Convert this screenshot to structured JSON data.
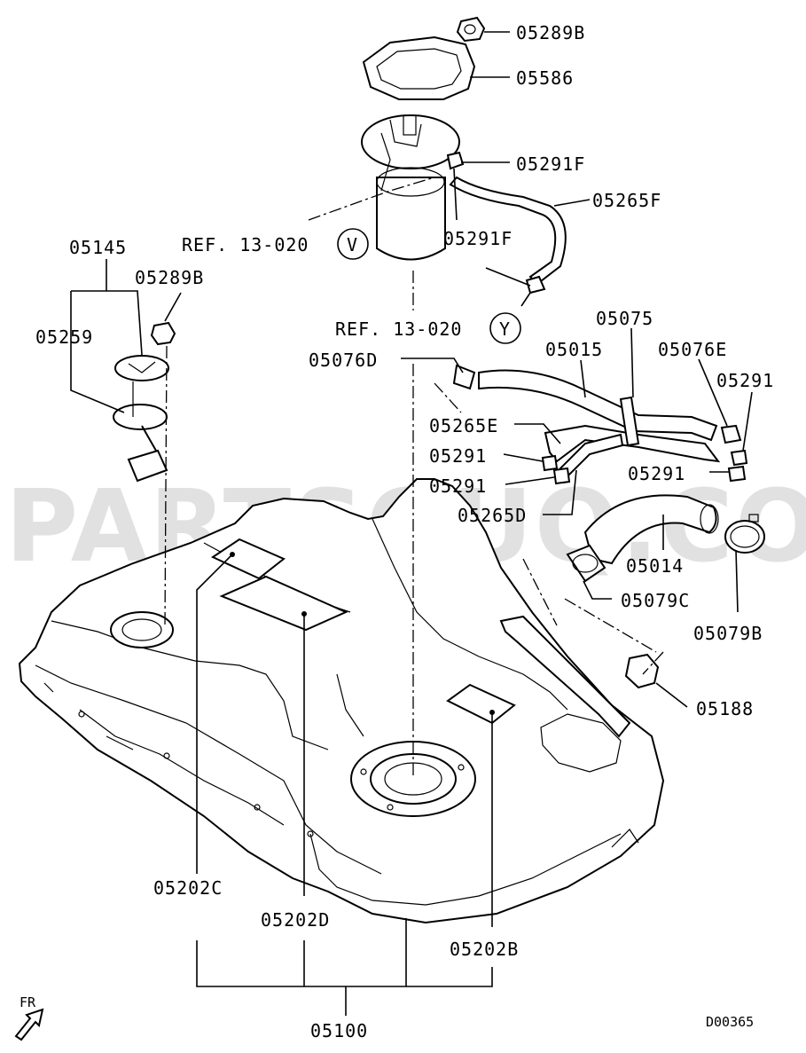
{
  "watermark": "PARTSOUQ.COM",
  "diagram_code": "D00365",
  "direction_label": "FR",
  "references": [
    {
      "id": "ref-v",
      "text": "REF. 13-020",
      "marker": "V"
    },
    {
      "id": "ref-y",
      "text": "REF. 13-020",
      "marker": "Y"
    }
  ],
  "callouts": {
    "c05289B_top": "05289B",
    "c05586": "05586",
    "c05291F_a": "05291F",
    "c05265F": "05265F",
    "c05291F_b": "05291F",
    "c05145": "05145",
    "c05289B_left": "05289B",
    "c05259": "05259",
    "c05075": "05075",
    "c05015": "05015",
    "c05076E": "05076E",
    "c05076D": "05076D",
    "c05291_r": "05291",
    "c05265E": "05265E",
    "c05291_l1": "05291",
    "c05291_r2": "05291",
    "c05291_l2": "05291",
    "c05265D": "05265D",
    "c05014": "05014",
    "c05079C": "05079C",
    "c05079B": "05079B",
    "c05188": "05188",
    "c05202C": "05202C",
    "c05202D": "05202D",
    "c05202B": "05202B",
    "c05100": "05100"
  },
  "icons": [
    "arrow-fr-icon"
  ]
}
